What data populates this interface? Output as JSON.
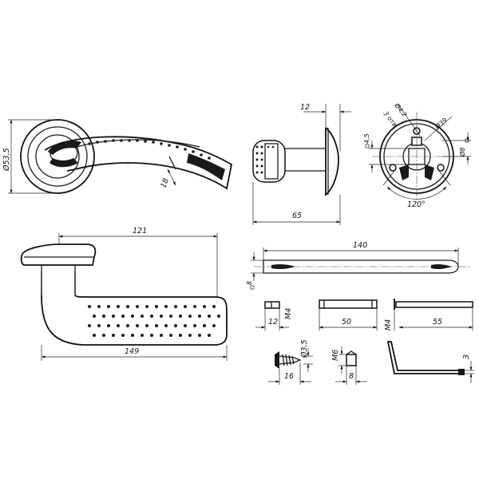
{
  "front_view": {
    "rosette_diameter": "Ø53,5",
    "lever_width": "18"
  },
  "side_view": {
    "rosette_thickness": "12",
    "projection": "65"
  },
  "rosette_back": {
    "holes_label": "3 отв.",
    "hole_diameter": "Ø4,2",
    "bolt_circle": "Ø39",
    "outer_diameter": "Ø8",
    "square_offset": "4,5",
    "angle": "120°"
  },
  "top_view": {
    "spindle_offset": "121",
    "overall_length": "149"
  },
  "parts": {
    "spindle_length": "140",
    "spindle_square": "8",
    "screw_sleeve_length": "12",
    "thread_a": "M4",
    "tie_rod_length": "50",
    "thread_b": "M4",
    "fixing_bolt_length": "55",
    "wood_screw_diameter": "Ø3,5",
    "wood_screw_length": "16",
    "thread_c": "M6",
    "grub_screw_length": "8",
    "hex_key_size": "3"
  }
}
